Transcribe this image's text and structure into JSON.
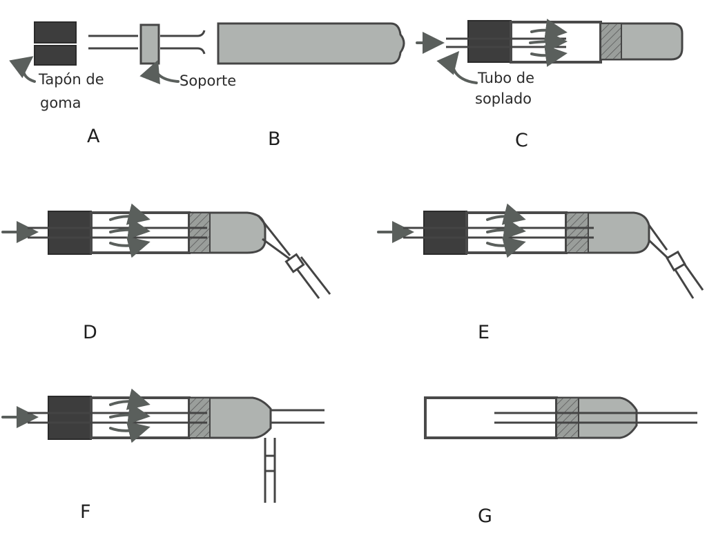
{
  "labels": {
    "tapon_line1": "Tapón de",
    "tapon_line2": "goma",
    "soporte": "Soporte",
    "tubo_line1": "Tubo de",
    "tubo_line2": "soplado"
  },
  "panels": {
    "A": "A",
    "B": "B",
    "C": "C",
    "D": "D",
    "E": "E",
    "F": "F",
    "G": "G"
  },
  "colors": {
    "stopper": "#3d3d3d",
    "glass": "#afb3b0",
    "outline": "#4a4a4a",
    "arrow": "#5a5f5c"
  }
}
